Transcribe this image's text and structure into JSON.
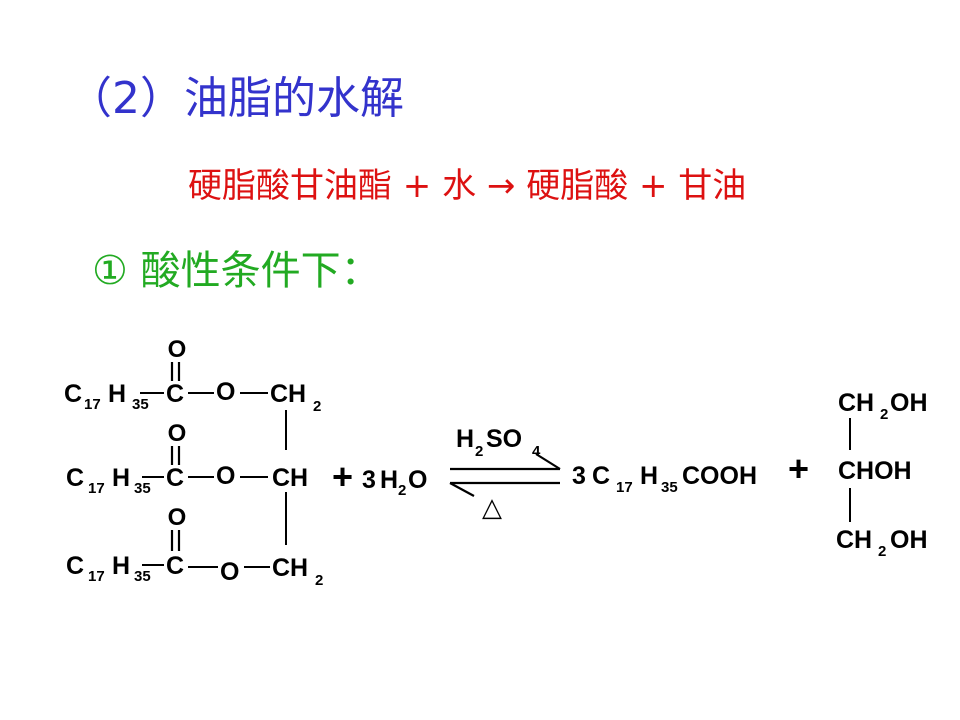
{
  "title": "（2）油脂的水解",
  "word_equation": "硬脂酸甘油酯 + 水 → 硬脂酸 + 甘油",
  "condition": "① 酸性条件下：",
  "ester": {
    "oxygen": "O",
    "acyl_c": "C",
    "ether_o": "O",
    "rows": [
      {
        "c": "C",
        "c_sub": "17",
        "h": "H",
        "h_sub": "35",
        "backbone": "CH",
        "backbone_sub": "2"
      },
      {
        "c": "C",
        "c_sub": "17",
        "h": "H",
        "h_sub": "35",
        "backbone": "CH",
        "backbone_sub": ""
      },
      {
        "c": "C",
        "c_sub": "17",
        "h": "H",
        "h_sub": "35",
        "backbone": "CH",
        "backbone_sub": "2"
      }
    ]
  },
  "plus": "+",
  "water": {
    "coef": "3",
    "h": "H",
    "sub": "2",
    "o": "O"
  },
  "catalyst": {
    "h": "H",
    "h_sub": "2",
    "so": "SO",
    "so_sub": "4"
  },
  "heat": "△",
  "acid": {
    "coef": "3",
    "c": "C",
    "c_sub": "17",
    "h": "H",
    "h_sub": "35",
    "tail": "COOH"
  },
  "glycerol": {
    "top": {
      "main": "CH",
      "sub": "2",
      "tail": "OH"
    },
    "mid": {
      "main": "CHOH"
    },
    "bot": {
      "main": "CH",
      "sub": "2",
      "tail": "OH"
    }
  }
}
